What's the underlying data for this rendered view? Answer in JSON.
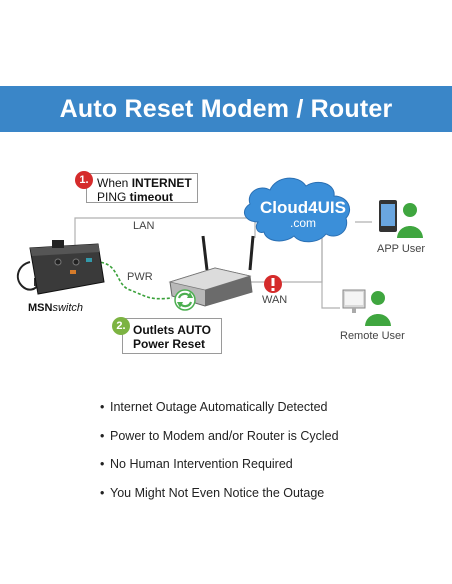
{
  "banner": {
    "title": "Auto Reset Modem / Router",
    "color": "#3a86c8"
  },
  "callout1": {
    "number": "1.",
    "prefix": "When ",
    "strong1": "INTERNET",
    "line2_prefix": "PING ",
    "strong2": "timeout",
    "badge_color": "#d52b2b"
  },
  "callout2": {
    "number": "2.",
    "line1": "Outlets AUTO",
    "line2": "Power Reset",
    "badge_color": "#7cb342"
  },
  "labels": {
    "lan": "LAN",
    "pwr": "PWR",
    "wan": "WAN",
    "device_brand": "MSN",
    "device_model": "switch",
    "cloud_line1": "Cloud4UIS",
    "cloud_line2": ".com",
    "app_user": "APP User",
    "remote_user": "Remote User"
  },
  "bullets": [
    "Internet Outage Automatically Detected",
    "Power to Modem and/or Router is Cycled",
    "No Human Intervention Required",
    "You Might Not Even Notice the Outage"
  ],
  "colors": {
    "accent_red": "#d52b2b",
    "accent_green": "#4caf50",
    "cloud_blue": "#3b8fd9"
  }
}
